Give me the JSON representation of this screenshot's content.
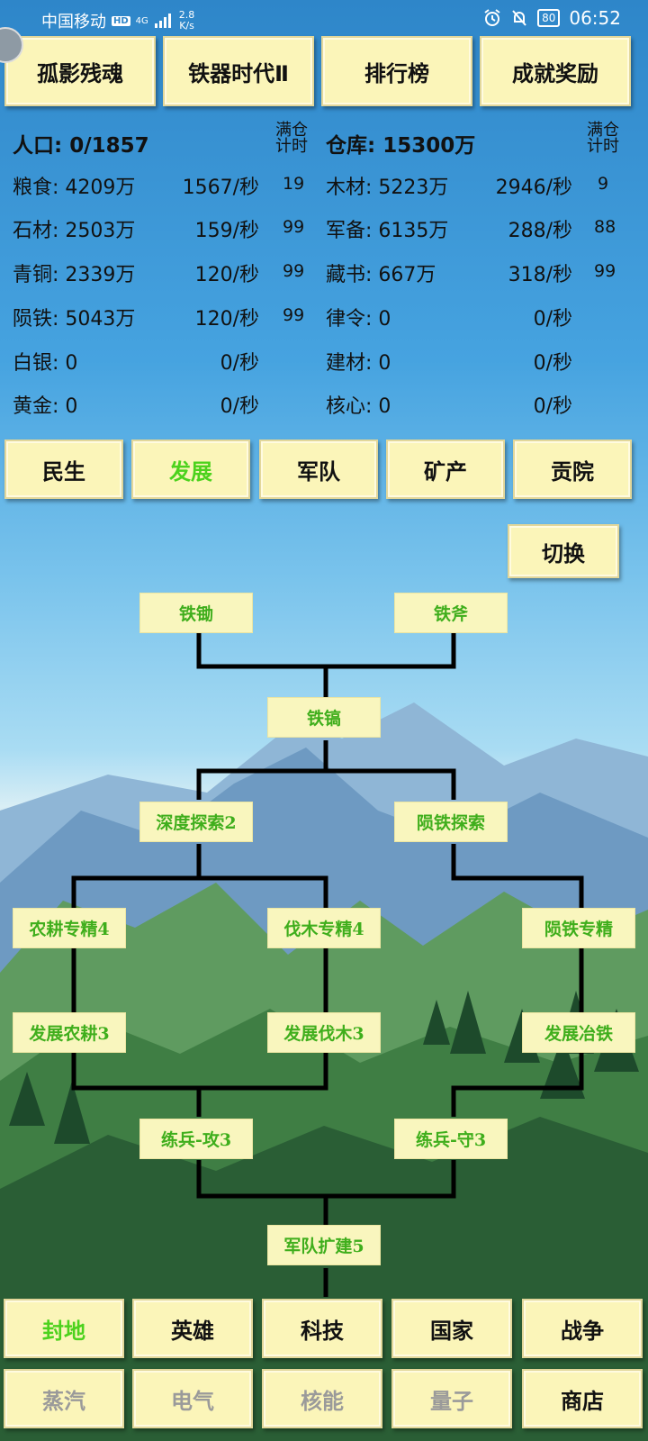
{
  "status_bar": {
    "carrier": "中国移动",
    "hd": "HD",
    "signal": "4G",
    "net_speed_value": "2.8",
    "net_speed_unit": "K/s",
    "battery": "80",
    "time": "06:52"
  },
  "top_buttons": [
    "孤影残魂",
    "铁器时代Ⅱ",
    "排行榜",
    "成就奖励"
  ],
  "resources": {
    "population": "人口: 0/1857",
    "warehouse": "仓库: 15300万",
    "full_timer_label_line1": "满仓",
    "full_timer_label_line2": "计时",
    "left": [
      {
        "name": "粮食: 4209万",
        "rate": "1567/秒",
        "timer": "19"
      },
      {
        "name": "石材: 2503万",
        "rate": "159/秒",
        "timer": "99"
      },
      {
        "name": "青铜: 2339万",
        "rate": "120/秒",
        "timer": "99"
      },
      {
        "name": "陨铁: 5043万",
        "rate": "120/秒",
        "timer": "99"
      },
      {
        "name": "白银: 0",
        "rate": "0/秒",
        "timer": ""
      },
      {
        "name": "黄金: 0",
        "rate": "0/秒",
        "timer": ""
      }
    ],
    "right": [
      {
        "name": "木材: 5223万",
        "rate": "2946/秒",
        "timer": "9"
      },
      {
        "name": "军备: 6135万",
        "rate": "288/秒",
        "timer": "88"
      },
      {
        "name": "藏书: 667万",
        "rate": "318/秒",
        "timer": "99"
      },
      {
        "name": "律令: 0",
        "rate": "0/秒",
        "timer": ""
      },
      {
        "name": "建材: 0",
        "rate": "0/秒",
        "timer": ""
      },
      {
        "name": "核心: 0",
        "rate": "0/秒",
        "timer": ""
      }
    ]
  },
  "categories": [
    "民生",
    "发展",
    "军队",
    "矿产",
    "贡院"
  ],
  "switch_label": "切换",
  "tech": {
    "iron_hoe": "铁锄",
    "iron_axe": "铁斧",
    "iron_pick": "铁镐",
    "deep_explore": "深度探索2",
    "meteor_explore": "陨铁探索",
    "farm_master": "农耕专精4",
    "logging_master": "伐木专精4",
    "meteor_master": "陨铁专精",
    "dev_farm": "发展农耕3",
    "dev_logging": "发展伐木3",
    "dev_smelt": "发展冶铁",
    "train_attack": "练兵-攻3",
    "train_defense": "练兵-守3",
    "army_expand": "军队扩建5"
  },
  "bottom_nav_row1": [
    "封地",
    "英雄",
    "科技",
    "国家",
    "战争"
  ],
  "bottom_nav_row2": [
    "蒸汽",
    "电气",
    "核能",
    "量子",
    "商店"
  ],
  "colors": {
    "active_green": "#4cd21d",
    "disabled_grey": "#9a9a9a",
    "button_bg": "#fbf5b9"
  }
}
